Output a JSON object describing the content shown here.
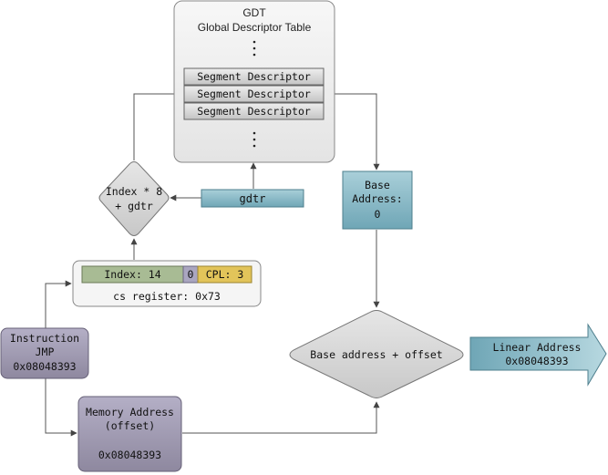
{
  "gdt": {
    "title": "GDT",
    "subtitle": "Global Descriptor Table",
    "descriptors": [
      "Segment Descriptor",
      "Segment Descriptor",
      "Segment Descriptor"
    ]
  },
  "gdtr": {
    "label": "gdtr"
  },
  "index_calc": {
    "line1": "Index * 8",
    "line2": "+ gdtr"
  },
  "base_address": {
    "line1": "Base",
    "line2": "Address:",
    "line3": "0"
  },
  "cs_register": {
    "index_field": "Index: 14",
    "ti_field": "0",
    "cpl_field": "CPL: 3",
    "caption": "cs register: 0x73"
  },
  "instruction": {
    "line1": "Instruction",
    "line2": "JMP",
    "line3": "0x08048393"
  },
  "memory_address": {
    "line1": "Memory Address",
    "line2": "(offset)",
    "line3": "0x08048393"
  },
  "adder": {
    "label": "Base address + offset"
  },
  "linear_address": {
    "line1": "Linear Address",
    "line2": "0x08048393"
  },
  "colors": {
    "blue_box": "#7fb3c2",
    "purple_box": "#a09bb3",
    "green_field": "#a8bb94",
    "yellow_field": "#e2c45a",
    "gray_panel": "#ececec"
  }
}
